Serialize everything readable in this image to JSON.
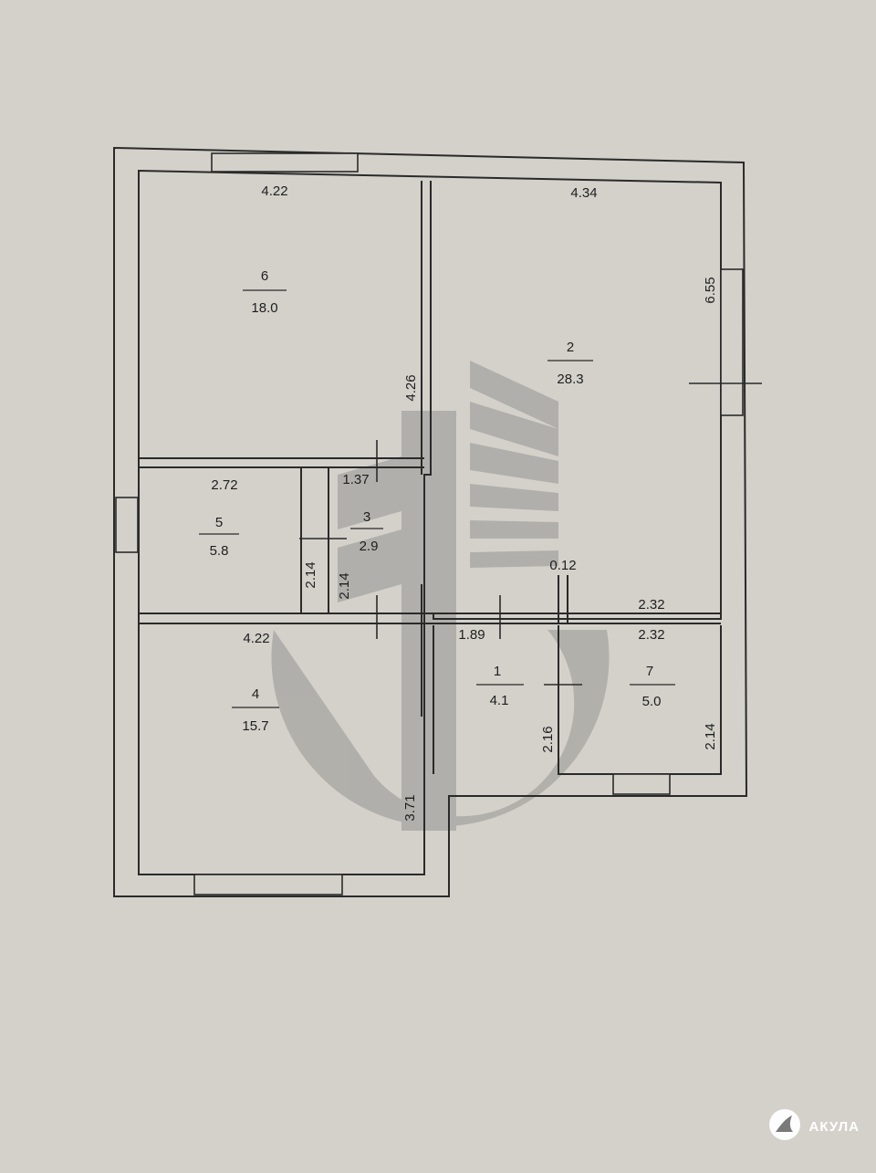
{
  "rooms": [
    {
      "number": "6",
      "area": "18.0"
    },
    {
      "number": "2",
      "area": "28.3"
    },
    {
      "number": "5",
      "area": "5.8"
    },
    {
      "number": "3",
      "area": "2.9"
    },
    {
      "number": "1",
      "area": "4.1"
    },
    {
      "number": "7",
      "area": "5.0"
    },
    {
      "number": "4",
      "area": "15.7"
    }
  ],
  "dimensions": {
    "room6_top": "4.22",
    "room2_top": "4.34",
    "room2_right": "6.55",
    "room6_right": "4.26",
    "room5_top": "2.72",
    "room3_top": "1.37",
    "room5_side": "2.14",
    "room3_side": "2.14",
    "gap": "0.12",
    "room2_bottom": "2.32",
    "room7_top": "2.32",
    "room4_top": "4.22",
    "hall_width": "1.89",
    "hall_side": "2.16",
    "room7_right": "2.14",
    "room4_right": "3.71"
  },
  "watermark": {
    "brand": "АКУЛА",
    "logo_icon": "shark-fin-icon"
  },
  "colors": {
    "paper": "#d4d1cb",
    "line": "#2a2a2a",
    "watermark": "#6e6e6e"
  }
}
